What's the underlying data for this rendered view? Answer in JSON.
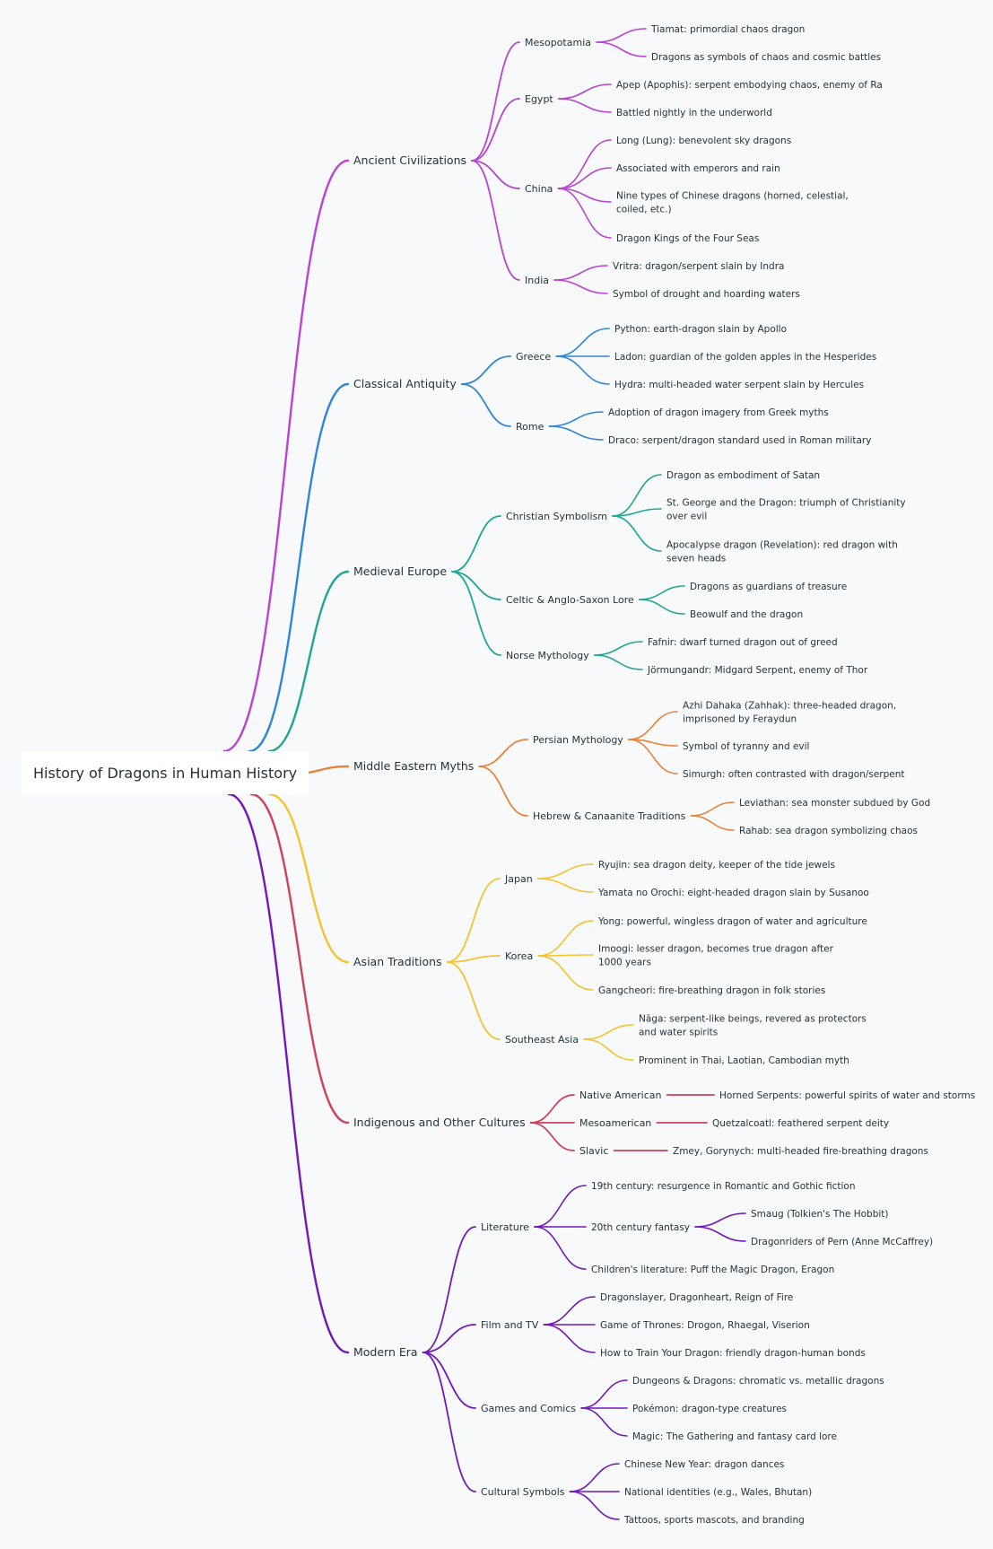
{
  "root": {
    "label": "History of Dragons in Human History",
    "children": [
      {
        "label": "Ancient Civilizations",
        "color": "#b845d1",
        "children": [
          {
            "label": "Mesopotamia",
            "children": [
              {
                "label": "Tiamat: primordial chaos dragon"
              },
              {
                "label": "Dragons as symbols of chaos and cosmic battles"
              }
            ]
          },
          {
            "label": "Egypt",
            "children": [
              {
                "label": "Apep (Apophis): serpent embodying chaos, enemy of Ra"
              },
              {
                "label": "Battled nightly in the underworld"
              }
            ]
          },
          {
            "label": "China",
            "children": [
              {
                "label": "Long (Lung): benevolent sky dragons"
              },
              {
                "label": "Associated with emperors and rain"
              },
              {
                "label": "Nine types of Chinese dragons (horned, celestial, coiled, etc.)"
              },
              {
                "label": "Dragon Kings of the Four Seas"
              }
            ]
          },
          {
            "label": "India",
            "children": [
              {
                "label": "Vritra: dragon/serpent slain by Indra"
              },
              {
                "label": "Symbol of drought and hoarding waters"
              }
            ]
          }
        ]
      },
      {
        "label": "Classical Antiquity",
        "color": "#2f86d6",
        "children": [
          {
            "label": "Greece",
            "children": [
              {
                "label": "Python: earth-dragon slain by Apollo"
              },
              {
                "label": "Ladon: guardian of the golden apples in the Hesperides"
              },
              {
                "label": "Hydra: multi-headed water serpent slain by Hercules"
              }
            ]
          },
          {
            "label": "Rome",
            "children": [
              {
                "label": "Adoption of dragon imagery from Greek myths"
              },
              {
                "label": "Draco: serpent/dragon standard used in Roman military"
              }
            ]
          }
        ]
      },
      {
        "label": "Medieval Europe",
        "color": "#1fa596",
        "children": [
          {
            "label": "Christian Symbolism",
            "children": [
              {
                "label": "Dragon as embodiment of Satan"
              },
              {
                "label": "St. George and the Dragon: triumph of Christianity over evil"
              },
              {
                "label": "Apocalypse dragon (Revelation): red dragon with seven heads"
              }
            ]
          },
          {
            "label": "Celtic & Anglo-Saxon Lore",
            "children": [
              {
                "label": "Dragons as guardians of treasure"
              },
              {
                "label": "Beowulf and the dragon"
              }
            ]
          },
          {
            "label": "Norse Mythology",
            "children": [
              {
                "label": "Fafnir: dwarf turned dragon out of greed"
              },
              {
                "label": "Jörmungandr: Midgard Serpent, enemy of Thor"
              }
            ]
          }
        ]
      },
      {
        "label": "Middle Eastern Myths",
        "color": "#e8823a",
        "children": [
          {
            "label": "Persian Mythology",
            "children": [
              {
                "label": "Azhi Dahaka (Zahhak): three-headed dragon, imprisoned by Feraydun"
              },
              {
                "label": "Symbol of tyranny and evil"
              },
              {
                "label": "Simurgh: often contrasted with dragon/serpent"
              }
            ]
          },
          {
            "label": "Hebrew & Canaanite Traditions",
            "children": [
              {
                "label": "Leviathan: sea monster subdued by God"
              },
              {
                "label": "Rahab: sea dragon symbolizing chaos"
              }
            ]
          }
        ]
      },
      {
        "label": "Asian Traditions",
        "color": "#f5c330",
        "children": [
          {
            "label": "Japan",
            "children": [
              {
                "label": "Ryujin: sea dragon deity, keeper of the tide jewels"
              },
              {
                "label": "Yamata no Orochi: eight-headed dragon slain by Susanoo"
              }
            ]
          },
          {
            "label": "Korea",
            "children": [
              {
                "label": "Yong: powerful, wingless dragon of water and agriculture"
              },
              {
                "label": "Imoogi: lesser dragon, becomes true dragon after 1000 years"
              },
              {
                "label": "Gangcheori: fire-breathing dragon in folk stories"
              }
            ]
          },
          {
            "label": "Southeast Asia",
            "children": [
              {
                "label": "Nāga: serpent-like beings, revered as protectors and water spirits"
              },
              {
                "label": "Prominent in Thai, Laotian, Cambodian myth"
              }
            ]
          }
        ]
      },
      {
        "label": "Indigenous and Other Cultures",
        "color": "#cf4259",
        "children": [
          {
            "label": "Native American",
            "children": [
              {
                "label": "Horned Serpents: powerful spirits of water and storms"
              }
            ]
          },
          {
            "label": "Mesoamerican",
            "children": [
              {
                "label": "Quetzalcoatl: feathered serpent deity"
              }
            ]
          },
          {
            "label": "Slavic",
            "children": [
              {
                "label": "Zmey, Gorynych: multi-headed fire-breathing dragons"
              }
            ]
          }
        ]
      },
      {
        "label": "Modern Era",
        "color": "#7218b8",
        "children": [
          {
            "label": "Literature",
            "children": [
              {
                "label": "19th century: resurgence in Romantic and Gothic fiction"
              },
              {
                "label": "20th century fantasy",
                "children": [
                  {
                    "label": "Smaug (Tolkien's The Hobbit)"
                  },
                  {
                    "label": "Dragonriders of Pern (Anne McCaffrey)"
                  }
                ]
              },
              {
                "label": "Children's literature: Puff the Magic Dragon, Eragon"
              }
            ]
          },
          {
            "label": "Film and TV",
            "children": [
              {
                "label": "Dragonslayer, Dragonheart, Reign of Fire"
              },
              {
                "label": "Game of Thrones: Drogon, Rhaegal, Viserion"
              },
              {
                "label": "How to Train Your Dragon: friendly dragon-human bonds"
              }
            ]
          },
          {
            "label": "Games and Comics",
            "children": [
              {
                "label": "Dungeons & Dragons: chromatic vs. metallic dragons"
              },
              {
                "label": "Pokémon: dragon-type creatures"
              },
              {
                "label": "Magic: The Gathering and fantasy card lore"
              }
            ]
          },
          {
            "label": "Cultural Symbols",
            "children": [
              {
                "label": "Chinese New Year: dragon dances"
              },
              {
                "label": "National identities (e.g., Wales, Bhutan)"
              },
              {
                "label": "Tattoos, sports mascots, and branding"
              }
            ]
          }
        ]
      }
    ]
  }
}
